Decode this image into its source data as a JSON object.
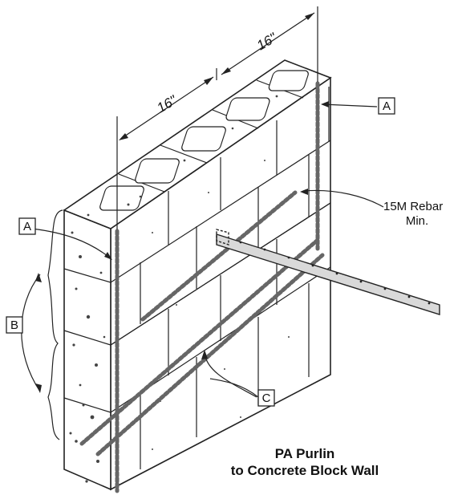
{
  "dimensions": {
    "spacing_1": "16\"",
    "spacing_2": "16\""
  },
  "callouts": {
    "a_top": "A",
    "a_left": "A",
    "b": "B",
    "c": "C",
    "rebar_line1": "15M Rebar",
    "rebar_line2": "Min."
  },
  "caption": {
    "line1": "PA Purlin",
    "line2": "to Concrete Block Wall"
  }
}
